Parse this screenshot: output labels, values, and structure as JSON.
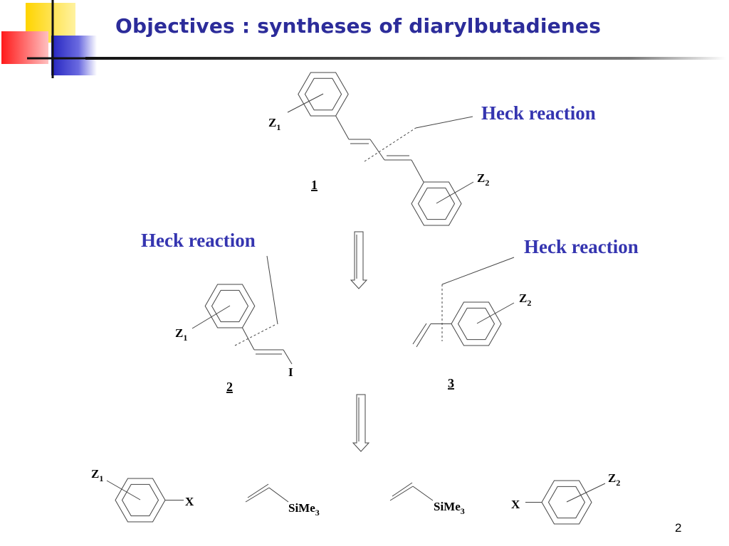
{
  "title": "Objectives : syntheses of diarylbutadienes",
  "page_number": "2",
  "theme_colors": {
    "title": "#2c2c9a",
    "heck_label": "#3535b0",
    "logo_yellow": "#ffd400",
    "logo_red": "#ff2020",
    "logo_blue": "#2c2cc8"
  },
  "labels": {
    "heck_top_right": "Heck reaction",
    "heck_mid_left": "Heck reaction",
    "heck_mid_right": "Heck reaction"
  },
  "compounds": {
    "c1": {
      "number": "1",
      "z1": "Z",
      "z1_sub": "1",
      "z2": "Z",
      "z2_sub": "2"
    },
    "c2": {
      "number": "2",
      "z1": "Z",
      "z1_sub": "1",
      "iodine": "I"
    },
    "c3": {
      "number": "3",
      "z2": "Z",
      "z2_sub": "2"
    }
  },
  "reagents": {
    "aryl_left": {
      "z": "Z",
      "z_sub": "1",
      "x": "X"
    },
    "vinylsilane_1": {
      "si": "SiMe",
      "si_sub": "3"
    },
    "vinylsilane_2": {
      "si": "SiMe",
      "si_sub": "3"
    },
    "aryl_right": {
      "z": "Z",
      "z_sub": "2",
      "x": "X"
    }
  }
}
